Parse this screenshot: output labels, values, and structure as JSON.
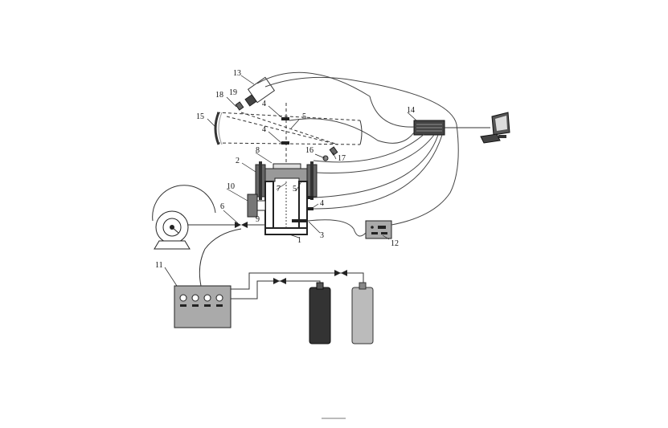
{
  "labels": {
    "n1": "1",
    "n2": "2",
    "n3": "3",
    "n4a": "4",
    "n4b": "4",
    "n4c": "4",
    "n5a": "5",
    "n5b": "5",
    "n6": "6",
    "n7": "7",
    "n8": "8",
    "n9": "9",
    "n10": "10",
    "n11": "11",
    "n12": "12",
    "n13": "13",
    "n14": "14",
    "n15": "15",
    "n16": "16",
    "n17": "17",
    "n18": "18",
    "n19": "19"
  }
}
